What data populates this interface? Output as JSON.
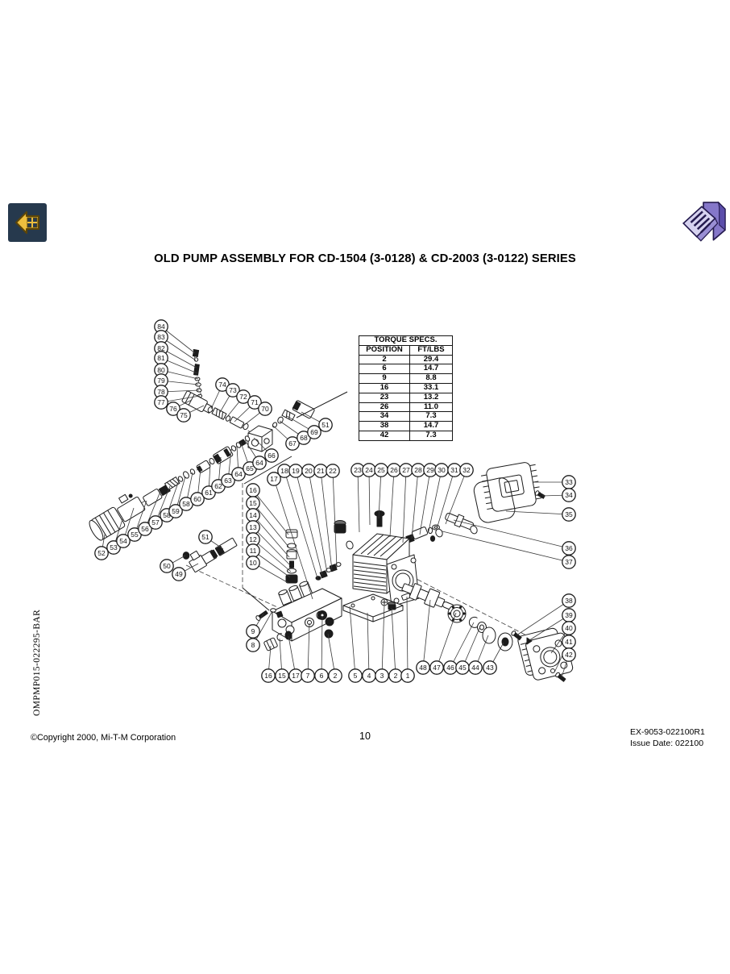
{
  "title": "OLD PUMP ASSEMBLY FOR CD-1504 (3-0128) & CD-2003 (3-0122) SERIES",
  "sidebar_code": "OMPMP015-022295-BAR",
  "nav": {
    "home_icon": "home-back-icon",
    "print_icon": "print-document-icon",
    "home_bg_color": "#26394d",
    "home_glyph_color": "#ecbe3e",
    "print_color": "#8577c9"
  },
  "footer": {
    "copyright": "©Copyright 2000, Mi-T-M Corporation",
    "page_number": "10",
    "doc_code": "EX-9053-022100R1",
    "issue_date": "Issue Date: 022100"
  },
  "torque_table": {
    "title": "TORQUE SPECS.",
    "col_position": "POSITION",
    "col_ftlbs": "FT/LBS",
    "rows": [
      [
        "2",
        "29.4"
      ],
      [
        "6",
        "14.7"
      ],
      [
        "9",
        "8.8"
      ],
      [
        "16",
        "33.1"
      ],
      [
        "23",
        "13.2"
      ],
      [
        "26",
        "11.0"
      ],
      [
        "34",
        "7.3"
      ],
      [
        "38",
        "14.7"
      ],
      [
        "42",
        "7.3"
      ]
    ]
  },
  "chart_data": {
    "type": "table",
    "title": "TORQUE SPECS.",
    "columns": [
      "POSITION",
      "FT/LBS"
    ],
    "rows": [
      [
        2,
        29.4
      ],
      [
        6,
        14.7
      ],
      [
        9,
        8.8
      ],
      [
        16,
        33.1
      ],
      [
        23,
        13.2
      ],
      [
        26,
        11.0
      ],
      [
        34,
        7.3
      ],
      [
        38,
        14.7
      ],
      [
        42,
        7.3
      ]
    ]
  },
  "diagram": {
    "description": "Exploded parts view with numbered callouts",
    "callouts": [
      [
        "84",
        200,
        405,
        242,
        438
      ],
      [
        "83",
        200,
        418,
        243,
        447
      ],
      [
        "82",
        200,
        432,
        244,
        456
      ],
      [
        "81",
        200,
        444,
        245,
        463
      ],
      [
        "80",
        200,
        459,
        246,
        470
      ],
      [
        "79",
        200,
        472,
        246,
        477
      ],
      [
        "78",
        200,
        486,
        247,
        484
      ],
      [
        "77",
        200,
        499,
        248,
        491
      ],
      [
        "76",
        215,
        507,
        238,
        496
      ],
      [
        "75",
        228,
        515,
        253,
        503
      ],
      [
        "74",
        276,
        477,
        262,
        507
      ],
      [
        "73",
        289,
        484,
        272,
        513
      ],
      [
        "72",
        302,
        492,
        281,
        518
      ],
      [
        "71",
        316,
        499,
        291,
        523
      ],
      [
        "70",
        329,
        507,
        302,
        528
      ],
      [
        "67",
        363,
        550,
        339,
        528
      ],
      [
        "68",
        377,
        543,
        347,
        522
      ],
      [
        "69",
        390,
        536,
        356,
        516
      ],
      [
        "51",
        404,
        527,
        374,
        511
      ],
      [
        "52",
        126,
        686,
        130,
        663
      ],
      [
        "53",
        141,
        679,
        152,
        644
      ],
      [
        "54",
        153,
        671,
        166,
        630
      ],
      [
        "55",
        167,
        663,
        182,
        621
      ],
      [
        "56",
        180,
        656,
        198,
        612
      ],
      [
        "57",
        193,
        648,
        211,
        603
      ],
      [
        "58",
        207,
        639,
        222,
        596
      ],
      [
        "59",
        218,
        634,
        230,
        591
      ],
      [
        "58",
        231,
        625,
        239,
        586
      ],
      [
        "60",
        245,
        619,
        249,
        581
      ],
      [
        "61",
        259,
        611,
        261,
        574
      ],
      [
        "62",
        271,
        603,
        274,
        567
      ],
      [
        "63",
        283,
        596,
        287,
        558
      ],
      [
        "64",
        296,
        588,
        294,
        553
      ],
      [
        "65",
        310,
        581,
        299,
        549
      ],
      [
        "64",
        322,
        574,
        304,
        546
      ],
      [
        "66",
        337,
        565,
        315,
        543
      ],
      [
        "17",
        340,
        594,
        388,
        743
      ],
      [
        "18",
        353,
        584,
        394,
        717
      ],
      [
        "19",
        367,
        584,
        400,
        713
      ],
      [
        "20",
        383,
        584,
        406,
        710
      ],
      [
        "21",
        398,
        584,
        412,
        707
      ],
      [
        "22",
        413,
        584,
        418,
        704
      ],
      [
        "23",
        444,
        583,
        446,
        660
      ],
      [
        "24",
        458,
        583,
        459,
        651
      ],
      [
        "25",
        473,
        583,
        470,
        643
      ],
      [
        "26",
        489,
        583,
        484,
        666
      ],
      [
        "27",
        504,
        583,
        500,
        673
      ],
      [
        "28",
        519,
        583,
        511,
        668
      ],
      [
        "29",
        534,
        583,
        521,
        663
      ],
      [
        "30",
        548,
        583,
        532,
        659
      ],
      [
        "31",
        564,
        583,
        542,
        656
      ],
      [
        "32",
        579,
        583,
        553,
        650
      ],
      [
        "33",
        706,
        598,
        662,
        598
      ],
      [
        "34",
        706,
        614,
        673,
        615
      ],
      [
        "35",
        706,
        638,
        628,
        634
      ],
      [
        "36",
        706,
        680,
        563,
        645
      ],
      [
        "37",
        706,
        697,
        549,
        659
      ],
      [
        "16",
        314,
        608,
        358,
        663
      ],
      [
        "15",
        314,
        624,
        358,
        678
      ],
      [
        "14",
        314,
        639,
        359,
        691
      ],
      [
        "13",
        314,
        654,
        360,
        701
      ],
      [
        "12",
        314,
        669,
        361,
        709
      ],
      [
        "11",
        314,
        683,
        360,
        716
      ],
      [
        "10",
        314,
        698,
        358,
        723
      ],
      [
        "49",
        222,
        712,
        246,
        699
      ],
      [
        "50",
        207,
        702,
        230,
        689
      ],
      [
        "51",
        255,
        666,
        277,
        681
      ],
      [
        "9",
        314,
        783,
        327,
        761
      ],
      [
        "8",
        314,
        800,
        338,
        758
      ],
      [
        "16",
        333,
        838,
        336,
        801
      ],
      [
        "15",
        350,
        838,
        347,
        792
      ],
      [
        "17",
        367,
        838,
        358,
        789
      ],
      [
        "7",
        382,
        838,
        384,
        773
      ],
      [
        "6",
        399,
        838,
        400,
        764
      ],
      [
        "2",
        416,
        838,
        407,
        786
      ],
      [
        "5",
        441,
        838,
        434,
        752
      ],
      [
        "4",
        458,
        838,
        456,
        760
      ],
      [
        "3",
        474,
        838,
        477,
        749
      ],
      [
        "2",
        491,
        838,
        486,
        754
      ],
      [
        "1",
        506,
        838,
        505,
        740
      ],
      [
        "48",
        525,
        828,
        534,
        744
      ],
      [
        "47",
        542,
        828,
        566,
        760
      ],
      [
        "46",
        559,
        828,
        588,
        772
      ],
      [
        "45",
        574,
        828,
        596,
        777
      ],
      [
        "44",
        590,
        828,
        606,
        788
      ],
      [
        "43",
        608,
        828,
        625,
        797
      ],
      [
        "38",
        706,
        745,
        641,
        788
      ],
      [
        "39",
        706,
        763,
        657,
        794
      ],
      [
        "40",
        706,
        779,
        684,
        810
      ],
      [
        "41",
        706,
        796,
        688,
        834
      ],
      [
        "42",
        706,
        812,
        697,
        840
      ]
    ]
  }
}
